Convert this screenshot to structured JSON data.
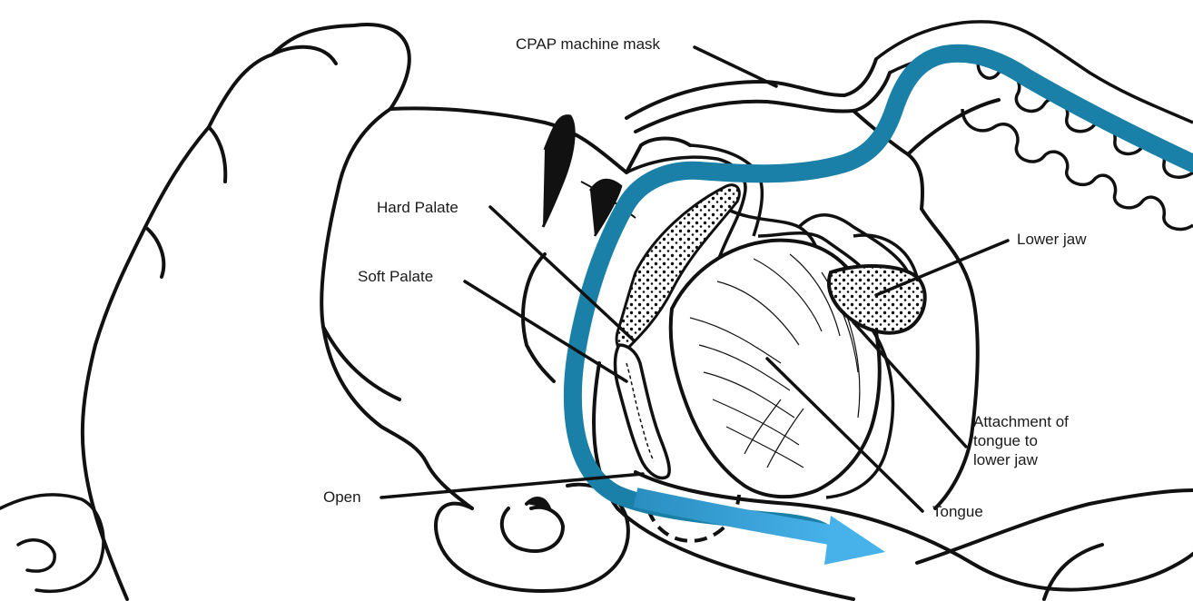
{
  "labels": {
    "cpap_mask": "CPAP machine mask",
    "hard_palate": "Hard Palate",
    "soft_palate": "Soft Palate",
    "lower_jaw": "Lower jaw",
    "attachment": [
      "Attachment of",
      "tongue to",
      "lower jaw"
    ],
    "tongue": "Tongue",
    "open": "Open"
  },
  "colors": {
    "airflow": "#1b80a8",
    "airflow_arrow": "#3aa6dd",
    "outline": "#111111",
    "background": "#ffffff"
  }
}
